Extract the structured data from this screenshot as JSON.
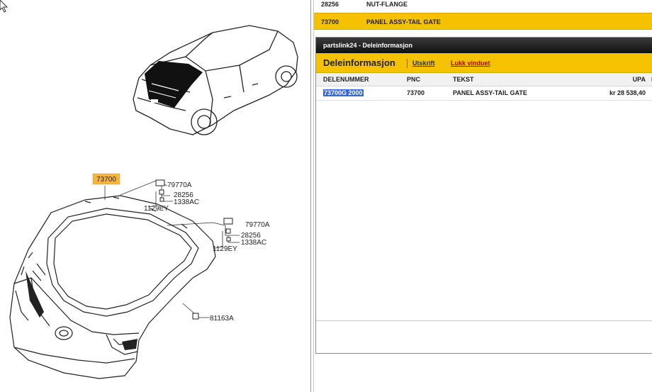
{
  "diagram": {
    "main_label": "73700",
    "callouts": [
      "79770A",
      "28256",
      "1338AC",
      "1129EY",
      "79770A",
      "28256",
      "1338AC",
      "1129EY",
      "81163A"
    ]
  },
  "top_rows": [
    {
      "pnc": "28256",
      "text": "NUT-FLANGE"
    },
    {
      "pnc": "73700",
      "text": "PANEL ASSY-TAIL GATE"
    }
  ],
  "popup": {
    "window_title": "partslink24 - Deleinformasjon",
    "heading": "Deleinformasjon",
    "print_label": "Utskrift",
    "close_label": "Lukk vinduet",
    "columns": [
      "DELENUMMER",
      "PNC",
      "TEKST",
      "UPA",
      "D"
    ],
    "rows": [
      {
        "part_number": "73700G 2000",
        "pnc": "73700",
        "text": "PANEL ASSY-TAIL GATE",
        "price": "kr 28 538,40",
        "d": ""
      }
    ]
  },
  "colors": {
    "accent": "#f5c200",
    "selection": "#3569d6",
    "title_bar": "#1a1a1a",
    "close_link": "#b00000"
  }
}
